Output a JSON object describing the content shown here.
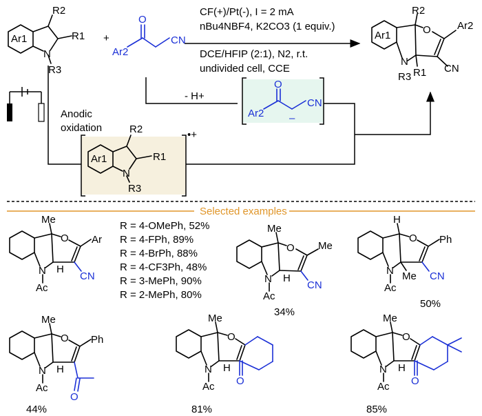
{
  "reaction": {
    "cond1": "CF(+)/Pt(-), I = 2 mA",
    "cond2": "nBu4NBF4, K2CO3 (1 equiv.)",
    "cond3": "DCE/HFIP (2:1), N2, r.t.",
    "cond4": "undivided cell, CCE",
    "plus": "+"
  },
  "mechanism": {
    "deprotonation": "- H+",
    "anodic_line1": "Anodic",
    "anodic_line2": "oxidation",
    "radical_cation": "•+"
  },
  "atoms": {
    "ar1": "Ar1",
    "ar2": "Ar2",
    "r1": "R1",
    "r2": "R2",
    "r3": "R3",
    "N": "N",
    "O": "O",
    "CN": "CN",
    "Me": "Me",
    "Ph": "Ph",
    "Ar": "Ar",
    "Ac": "Ac",
    "H": "H",
    "minus": "–"
  },
  "examples": {
    "header": "Selected examples",
    "r_list": [
      "R = 4-OMePh, 52%",
      "R = 4-FPh, 89%",
      "R = 4-BrPh, 88%",
      "R = 4-CF3Ph, 48%",
      "R = 3-MePh, 90%",
      "R = 2-MePh, 80%"
    ],
    "yields": [
      "34%",
      "50%",
      "44%",
      "81%",
      "85%"
    ]
  },
  "colors": {
    "blue": "#1a2fd6",
    "orange": "#e0962a",
    "box_yellow": "#f6f0de",
    "box_green": "#e6f6ef"
  }
}
